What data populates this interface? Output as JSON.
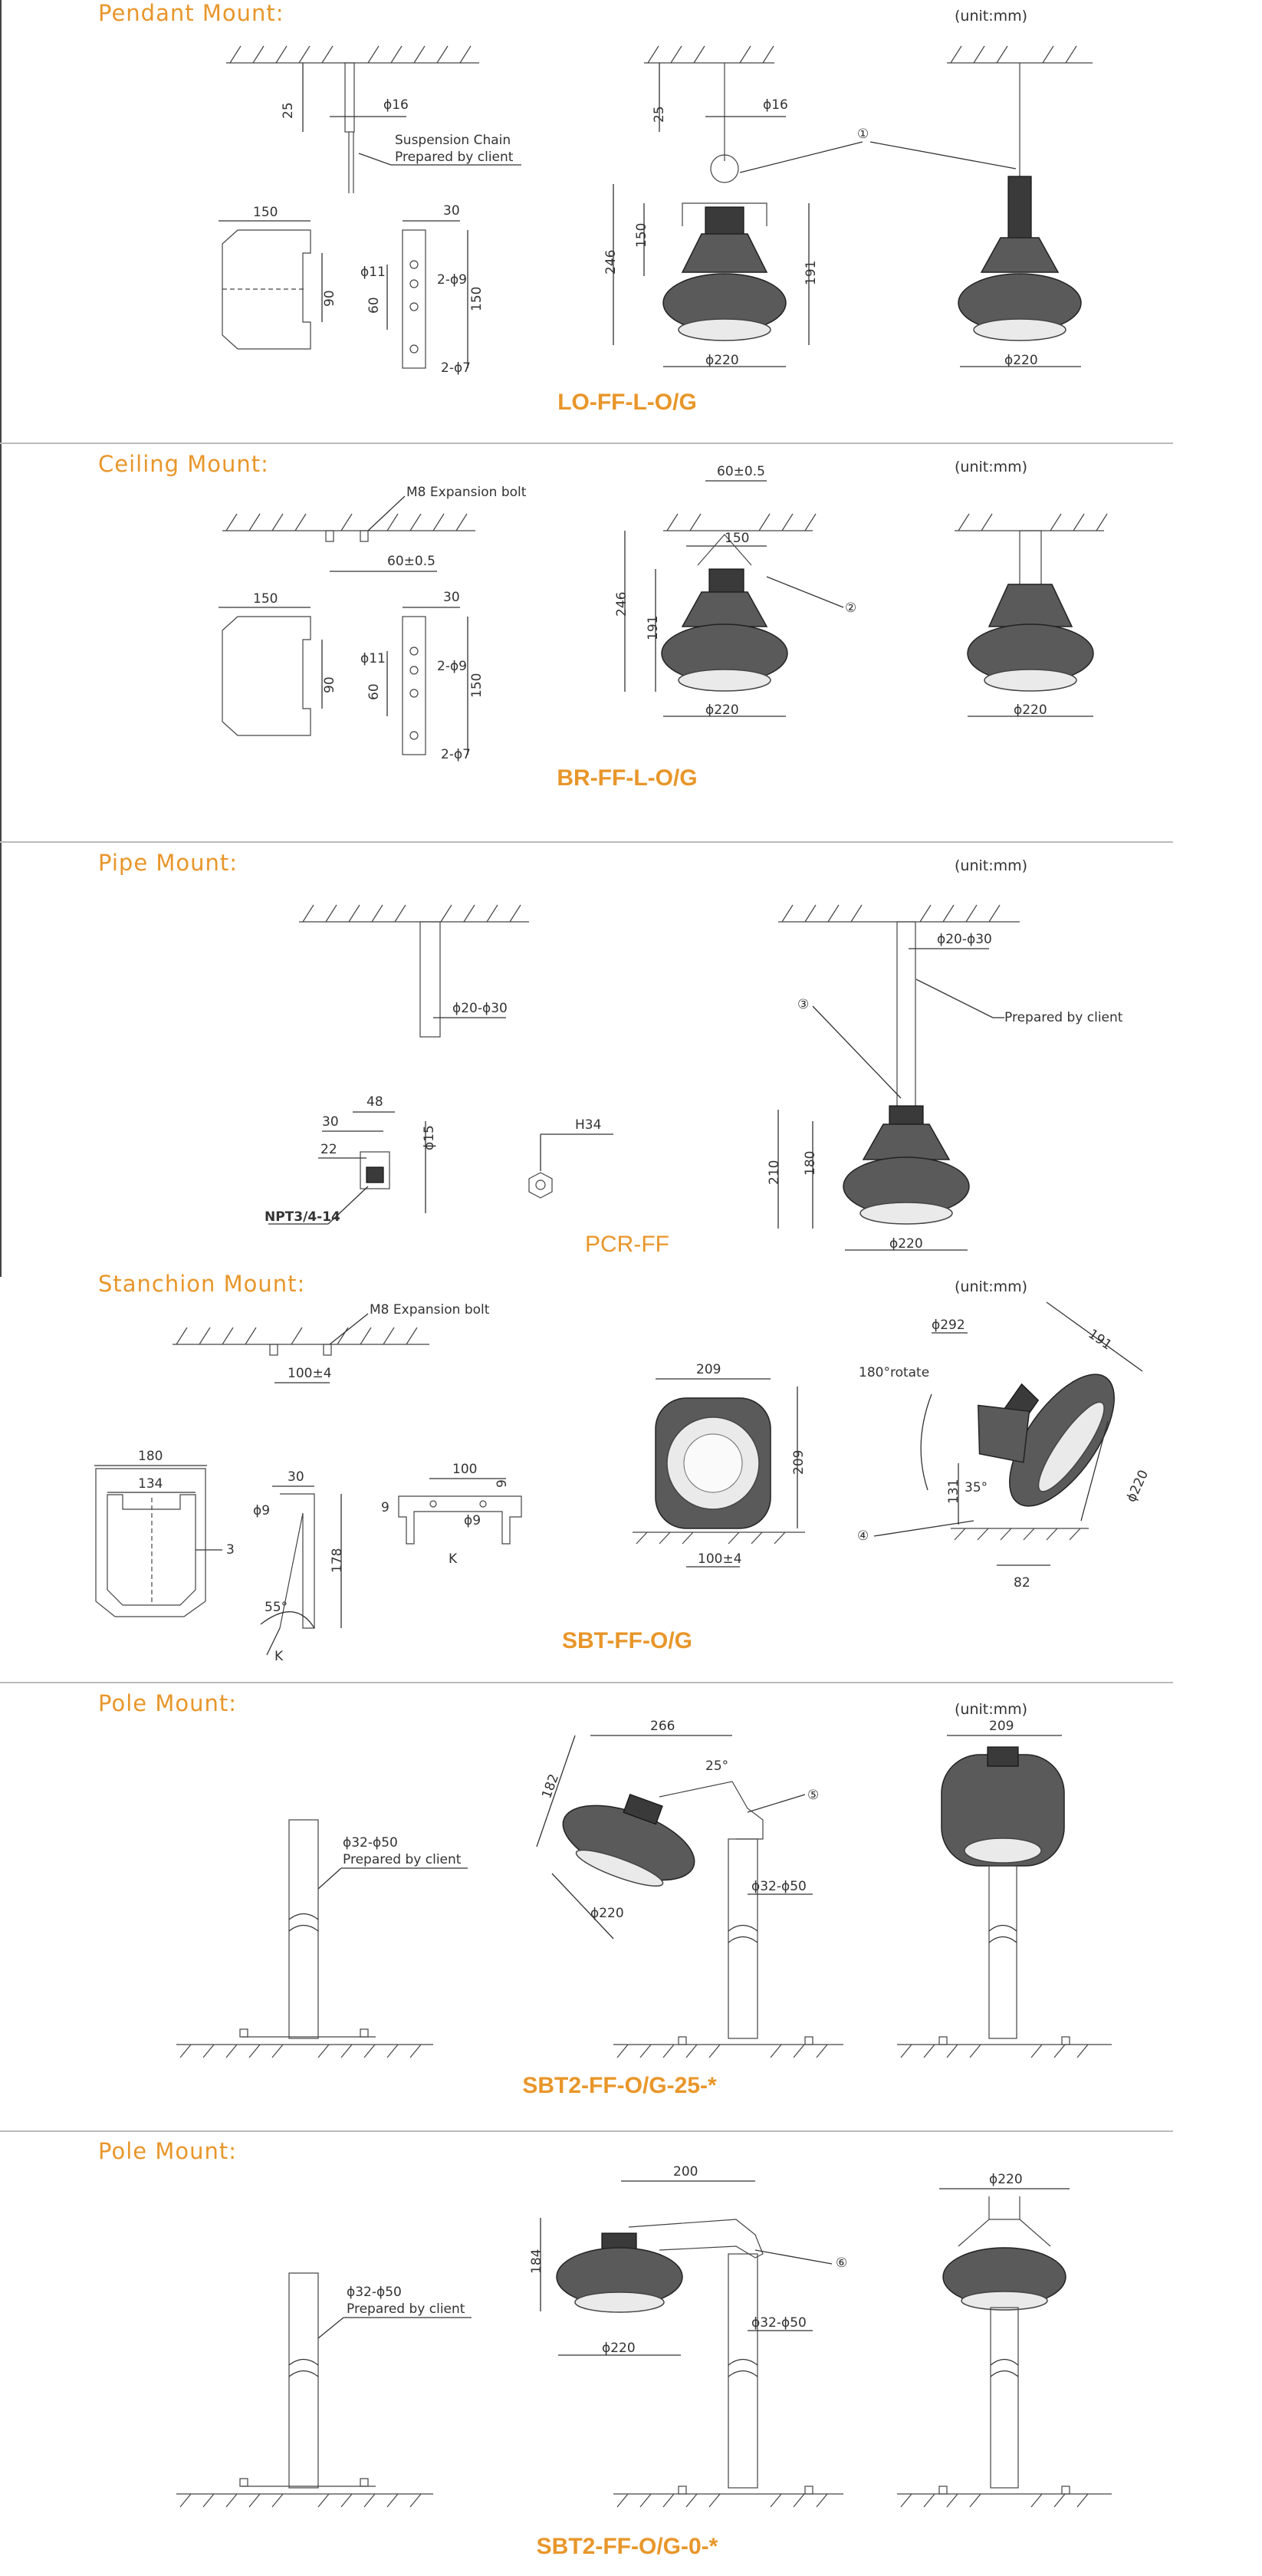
{
  "sections": [
    {
      "title": "Pendant Mount:",
      "unit": "(unit:mm)",
      "model": "LO-FF-L-O/G",
      "labels": {
        "d25": "25",
        "phi16": "ϕ16",
        "chain1": "Suspension Chain",
        "chain2": "Prepared by client",
        "w150": "150",
        "w30": "30",
        "phi11": "ϕ11",
        "h60": "60",
        "h90": "90",
        "h150": "150",
        "twophi9": "2-ϕ9",
        "twophi7": "2-ϕ7",
        "r25": "25",
        "rphi16": "ϕ16",
        "circ1": "①",
        "h246": "246",
        "h150b": "150",
        "h191": "191",
        "phi220": "ϕ220",
        "phi220b": "ϕ220"
      }
    },
    {
      "title": "Ceiling Mount:",
      "unit": "(unit:mm)",
      "model": "BR-FF-L-O/G",
      "labels": {
        "bolt": "M8 Expansion bolt",
        "s60": "60±0.5",
        "w150": "150",
        "w30": "30",
        "phi11": "ϕ11",
        "h60": "60",
        "h90": "90",
        "h150": "150",
        "twophi9": "2-ϕ9",
        "twophi7": "2-ϕ7",
        "t60": "60±0.5",
        "t150": "150",
        "circ2": "②",
        "h246": "246",
        "h191": "191",
        "phi220": "ϕ220",
        "phi220b": "ϕ220"
      }
    },
    {
      "title": "Pipe Mount:",
      "unit": "(unit:mm)",
      "model": "PCR-FF",
      "labels": {
        "phi2030": "ϕ20-ϕ30",
        "w48": "48",
        "w30": "30",
        "w22": "22",
        "phi15": "ϕ15",
        "npt": "NPT3/4-14",
        "h34": "H34",
        "rphi2030": "ϕ20-ϕ30",
        "prep": "Prepared by client",
        "circ3": "③",
        "h210": "210",
        "h180": "180",
        "phi220": "ϕ220"
      }
    },
    {
      "title": "Stanchion Mount:",
      "unit": "(unit:mm)",
      "model": "SBT-FF-O/G",
      "labels": {
        "bolt": "M8 Expansion bolt",
        "s100": "100±4",
        "w180": "180",
        "w134": "134",
        "d3": "3",
        "w30": "30",
        "phi9": "ϕ9",
        "h178": "178",
        "a55": "55°",
        "k": "K",
        "w100": "100",
        "d9": "9",
        "d9b": "9",
        "phi9b": "ϕ9",
        "k2": "K",
        "w209": "209",
        "h209": "209",
        "b100": "100±4",
        "phi292": "ϕ292",
        "r191": "191",
        "rot": "180°rotate",
        "h131": "131",
        "a35": "35°",
        "circ4": "④",
        "phi220": "ϕ220",
        "w82": "82"
      }
    },
    {
      "title": "Pole Mount:",
      "unit": "(unit:mm)",
      "model": "SBT2-FF-O/G-25-*",
      "labels": {
        "phi3250": "ϕ32-ϕ50",
        "prep": "Prepared by client",
        "w266": "266",
        "h182": "182",
        "a25": "25°",
        "circ5": "⑤",
        "phi220": "ϕ220",
        "rphi3250": "ϕ32-ϕ50",
        "w209": "209"
      }
    },
    {
      "title": "Pole Mount:",
      "unit": "",
      "model": "SBT2-FF-O/G-0-*",
      "labels": {
        "phi3250": "ϕ32-ϕ50",
        "prep": "Prepared by client",
        "w200": "200",
        "h184": "184",
        "circ6": "⑥",
        "rphi3250": "ϕ32-ϕ50",
        "phi220": "ϕ220",
        "w220": "ϕ220"
      }
    }
  ],
  "colors": {
    "accent": "#e8962a",
    "line": "#333333",
    "divider": "#bbbbbb"
  }
}
